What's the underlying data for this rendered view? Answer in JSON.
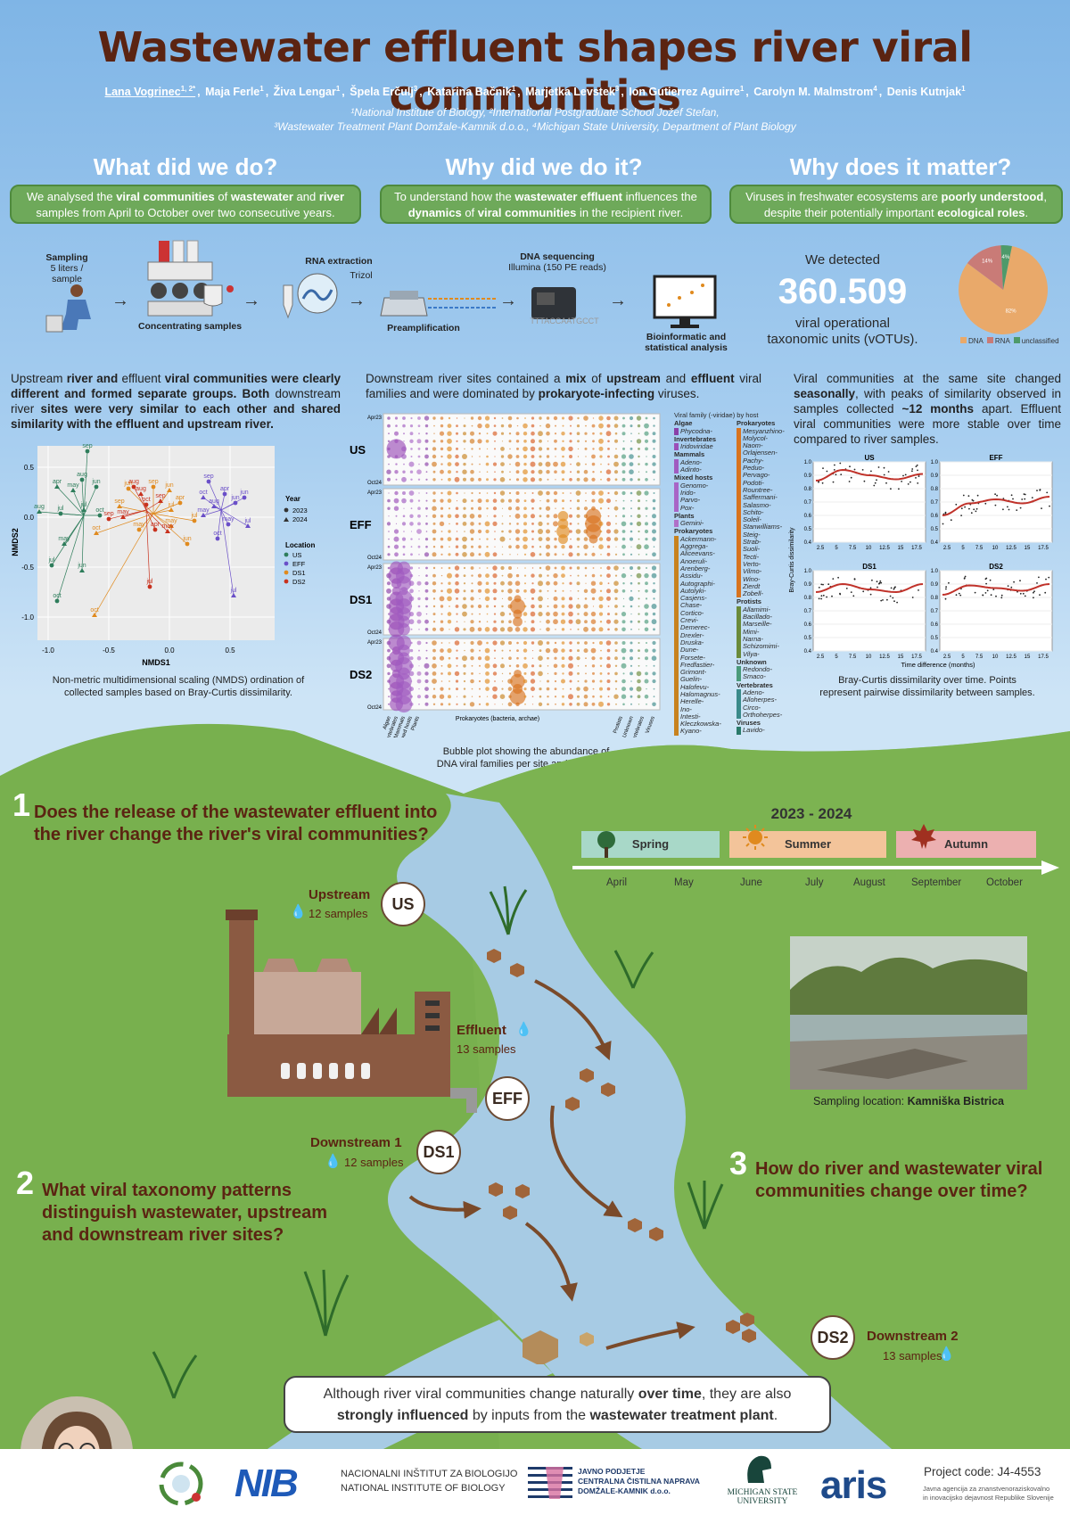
{
  "title": "Wastewater effluent shapes river viral communities",
  "authors": [
    {
      "name": "Lana Vogrinec",
      "sup": "1, 2*"
    },
    {
      "name": "Maja Ferle",
      "sup": "1"
    },
    {
      "name": "Živa Lengar",
      "sup": "1"
    },
    {
      "name": "Špela Erčulj",
      "sup": "3"
    },
    {
      "name": "Katarina Bačnik",
      "sup": "1"
    },
    {
      "name": "Marjetka Levstek",
      "sup": "3"
    },
    {
      "name": "Ion Gutierrez Aguirre",
      "sup": "1"
    },
    {
      "name": "Carolyn M. Malmstrom",
      "sup": "4"
    },
    {
      "name": "Denis Kutnjak",
      "sup": "1"
    }
  ],
  "affiliations": {
    "line1": "¹National Institute of Biology, ²International Postgraduate School Jožef Stefan,",
    "line2": "³Wastewater Treatment Plant Domžale-Kamnik d.o.o., ⁴Michigan State University, Department of Plant Biology"
  },
  "columns": {
    "what": {
      "head": "What did we do?",
      "box": [
        "We analysed the ",
        "viral communities",
        " of ",
        "wastewater",
        " and ",
        "river",
        " samples from April to October over two consecutive years."
      ]
    },
    "why": {
      "head": "Why did we do it?",
      "box": [
        "To understand how the ",
        "wastewater effluent",
        " influences the ",
        "dynamics",
        " of ",
        "viral communities",
        " in the recipient river."
      ]
    },
    "matter": {
      "head": "Why does it matter?",
      "box": [
        "Viruses in freshwater ecosystems are ",
        "poorly understood",
        ", despite their potentially important ",
        "ecological roles",
        "."
      ]
    }
  },
  "workflow": {
    "sampling": "Sampling",
    "sampling_sub": "5 liters / sample",
    "concentrating": "Concentrating samples",
    "rna": "RNA extraction",
    "rna_sub": "Trizol",
    "preamp": "Preamplification",
    "dna": "DNA sequencing",
    "dna_sub": "Illumina (150 PE reads)",
    "bioinfo": "Bioinformatic and statistical analysis",
    "seq_text": "TTTACCAATGCCT"
  },
  "detected": {
    "label": "We detected",
    "value": "360.509",
    "desc1": "viral operational",
    "desc2": "taxonomic units (vOTUs).",
    "pie_legend": [
      "DNA",
      "RNA",
      "unclassified"
    ],
    "pie_labels": [
      "82%",
      "14%",
      "4%"
    ],
    "pie_colors": [
      "#e9a96a",
      "#c97b77",
      "#4e9a6a"
    ]
  },
  "para_left": [
    "Upstream",
    " river and ",
    "effluent",
    " viral communities were clearly different and formed separate groups. Both ",
    "downstream river",
    " sites were very similar to each other and shared similarity with the effluent and upstream river."
  ],
  "para_mid": [
    "Downstream river sites contained a ",
    "mix",
    " of ",
    "upstream",
    " and ",
    "effluent",
    " viral families and were dominated by ",
    "prokaryote-infecting",
    " viruses."
  ],
  "para_right": [
    "Viral communities at the same site changed ",
    "seasonally",
    ", with peaks of similarity observed in samples collected ",
    "~12 months",
    " apart. Effluent viral communities were more stable over time compared to river samples."
  ],
  "nmds": {
    "xlabel": "NMDS1",
    "ylabel": "NMDS2",
    "xticks": [
      "-1.0",
      "-0.5",
      "0.0",
      "0.5"
    ],
    "yticks": [
      "0.5",
      "0.0",
      "-0.5",
      "-1.0"
    ],
    "legend_year_title": "Year",
    "legend_year": [
      "2023",
      "2024"
    ],
    "legend_loc_title": "Location",
    "legend_loc": [
      "US",
      "EFF",
      "DS1",
      "DS2"
    ],
    "colors": {
      "US": "#2e7d5b",
      "EFF": "#6a4fc8",
      "DS1": "#e08a1e",
      "DS2": "#c8321e"
    },
    "caption1": "Non-metric multidimensional scaling (NMDS) ordination of",
    "caption2": "collected samples based on Bray-Curtis dissimilarity."
  },
  "bubble": {
    "rows": [
      "US",
      "EFF",
      "DS1",
      "DS2"
    ],
    "date_top": "Apr23",
    "date_bot": "Oct24",
    "xaxis_prok": "Prokaryotes (bacteria, archae)",
    "xaxis_left": [
      "Algae",
      "Invertebrates",
      "Mammals",
      "Mixed hosts",
      "Plants"
    ],
    "xaxis_right": [
      "Protists",
      "Unknown",
      "Vertebrates",
      "Viruses"
    ],
    "legend_title": "Viral family (-viridae) by host",
    "legend_col1": [
      {
        "group": "Algae",
        "items": [
          "Phycodna-"
        ],
        "color": "#8a3fa8"
      },
      {
        "group": "Invertebrates",
        "items": [
          "Iridoviridae"
        ],
        "color": "#9b4fb8"
      },
      {
        "group": "Mammals",
        "items": [
          "Adeno-",
          "Adinto-"
        ],
        "color": "#a05bc0"
      },
      {
        "group": "Mixed hosts",
        "items": [
          "Genomo-",
          "Irido-",
          "Parvo-",
          "Pox-"
        ],
        "color": "#a865c6"
      },
      {
        "group": "Plants",
        "items": [
          "Gemini-"
        ],
        "color": "#b070c8"
      },
      {
        "group": "Prokaryotes",
        "items": [
          "Ackermann-",
          "Aggrega-",
          "Aliceevans-",
          "Anoeruli-",
          "Arenberg-",
          "Assidu-",
          "Autographi-",
          "Autolyki-",
          "Casjens-",
          "Chase-",
          "Cortico-",
          "Crevi-",
          "Demerec-",
          "Drexler-",
          "Druska-",
          "Dune-",
          "Forsete-",
          "Fredfastier-",
          "Grimont-",
          "Guelin-",
          "Halofevu-",
          "Halomagnus-",
          "Herelle-",
          "Ino-",
          "Intesti-",
          "Kleczkowska-",
          "Kyano-"
        ],
        "color": "#c8821e"
      }
    ],
    "legend_col2": [
      {
        "group": "Prokaryotes",
        "items": [
          "Mesyanzhino-",
          "Molycol-",
          "Naom-",
          "Orlajensen-",
          "Pachy-",
          "Peduo-",
          "Pervago-",
          "Podoti-",
          "Rountree-",
          "Saffermani-",
          "Salasmo-",
          "Schito-",
          "Soleil-",
          "Stanwilliams-",
          "Steig-",
          "Strab-",
          "Suoli-",
          "Tecti-",
          "Verto-",
          "Vilmo-",
          "Wino-",
          "Zierdt",
          "Zobell-"
        ],
        "color": "#d8731e"
      },
      {
        "group": "Protists",
        "items": [
          "Allamimi-",
          "Bacillado-",
          "Marseille-",
          "Mimi-",
          "Narna-",
          "Schizomimi-",
          "Vilya-"
        ],
        "color": "#6a8a3a"
      },
      {
        "group": "Unknown",
        "items": [
          "Redondo-",
          "Smaco-"
        ],
        "color": "#4a9a7a"
      },
      {
        "group": "Vertebrates",
        "items": [
          "Adeno-",
          "Alloherpes-",
          "Circo-",
          "Orthoherpes-"
        ],
        "color": "#3a8a8a"
      },
      {
        "group": "Viruses",
        "items": [
          "Lavido-"
        ],
        "color": "#2a7a6a"
      }
    ],
    "caption1": "Bubble plot showing the abundance of",
    "caption2": "DNA viral families per site and time point."
  },
  "bray": {
    "titles": [
      "US",
      "EFF",
      "DS1",
      "DS2"
    ],
    "ylabel": "Bray-Curtis dissimilarity",
    "xlabel": "Time difference (months)",
    "yticks": [
      "1.0",
      "0.9",
      "0.8",
      "0.7",
      "0.6",
      "0.5",
      "0.4"
    ],
    "xticks": [
      "2.5",
      "5",
      "7.5",
      "10",
      "12.5",
      "15",
      "17.5"
    ],
    "caption1": "Bray-Curtis dissimilarity over time. Points",
    "caption2": "represent pairwise dissimilarity between samples."
  },
  "q1": {
    "num": "1",
    "text1": "Does the release of the wastewater effluent into",
    "text2": "the river change the river's viral communities?"
  },
  "q2": {
    "num": "2",
    "text1": "What viral taxonomy patterns",
    "text2": "distinguish wastewater, upstream",
    "text3": "and downstream river sites?"
  },
  "q3": {
    "num": "3",
    "text1": "How do river and wastewater viral",
    "text2": "communities change over time?"
  },
  "timeline": {
    "years": "2023 - 2024",
    "seasons": [
      "Spring",
      "Summer",
      "Autumn"
    ],
    "months": [
      "April",
      "May",
      "June",
      "July",
      "August",
      "September",
      "October"
    ]
  },
  "sites": {
    "us": {
      "code": "US",
      "label": "Upstream",
      "count": "12 samples"
    },
    "eff": {
      "code": "EFF",
      "label": "Effluent",
      "count": "13 samples"
    },
    "ds1": {
      "code": "DS1",
      "label": "Downstream 1",
      "count": "12 samples"
    },
    "ds2": {
      "code": "DS2",
      "label": "Downstream 2",
      "count": "13 samples"
    }
  },
  "photo_caption": {
    "prefix": "Sampling location: ",
    "place": "Kamniška Bistrica"
  },
  "conclusion": [
    "Although river viral communities change naturally ",
    "over time",
    ", they are also ",
    "strongly influenced",
    " by inputs from the ",
    "wastewater treatment plant",
    "."
  ],
  "footer": {
    "nib_logo": "NIB",
    "nib_line1": "NACIONALNI INŠTITUT ZA BIOLOGIJO",
    "nib_line2": "NATIONAL INSTITUTE OF BIOLOGY",
    "ccn_line1": "JAVNO PODJETJE",
    "ccn_line2": "CENTRALNA ČISTILNA NAPRAVA",
    "ccn_line3": "DOMŽALE-KAMNIK d.o.o.",
    "msu": "MICHIGAN STATE",
    "msu2": "UNIVERSITY",
    "aris_logo": "aris",
    "aris_line1": "Javna agencija za znanstvenoraziskovalno",
    "aris_line2": "in inovacijsko dejavnost Republike Slovenije",
    "project": "Project code: J4-4553"
  }
}
